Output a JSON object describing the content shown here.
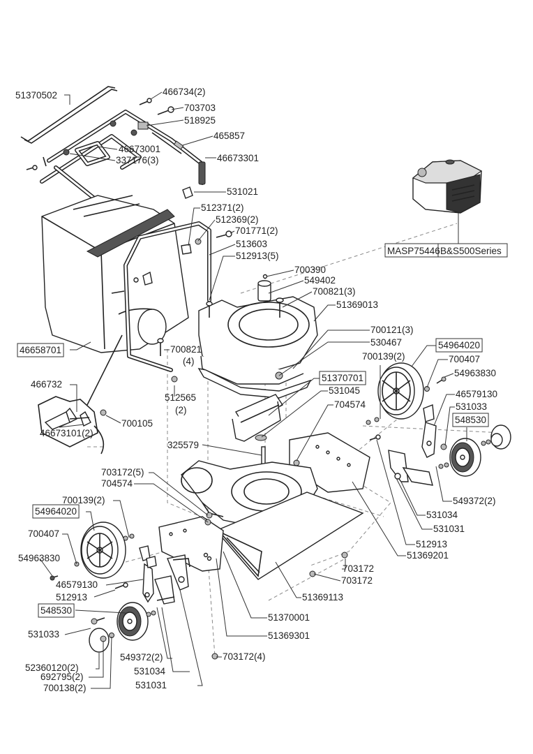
{
  "diagram": {
    "title": "Leaf blower / vacuum exploded parts diagram",
    "engine": {
      "part_number": "MASP75446",
      "description": "B&S500Series"
    },
    "labels": [
      {
        "id": "l1",
        "text": "51370502",
        "boxed": false
      },
      {
        "id": "l2",
        "text": "466734(2)",
        "boxed": false
      },
      {
        "id": "l3",
        "text": "703703",
        "boxed": false
      },
      {
        "id": "l4",
        "text": "518925",
        "boxed": false
      },
      {
        "id": "l5",
        "text": "465857",
        "boxed": false
      },
      {
        "id": "l6",
        "text": "46673001",
        "boxed": false
      },
      {
        "id": "l7",
        "text": "46673301",
        "boxed": false
      },
      {
        "id": "l8",
        "text": "337176(3)",
        "boxed": false
      },
      {
        "id": "l9",
        "text": "531021",
        "boxed": false
      },
      {
        "id": "l10",
        "text": "512371(2)",
        "boxed": false
      },
      {
        "id": "l11",
        "text": "512369(2)",
        "boxed": false
      },
      {
        "id": "l12",
        "text": "701771(2)",
        "boxed": false
      },
      {
        "id": "l13",
        "text": "513603",
        "boxed": false
      },
      {
        "id": "l14",
        "text": "512913(5)",
        "boxed": false
      },
      {
        "id": "l15",
        "text": "700390",
        "boxed": false
      },
      {
        "id": "l16",
        "text": "549402",
        "boxed": false
      },
      {
        "id": "l17",
        "text": "700821(3)",
        "boxed": false
      },
      {
        "id": "l18",
        "text": "51369013",
        "boxed": false
      },
      {
        "id": "l19",
        "text": "46658701",
        "boxed": true
      },
      {
        "id": "l20",
        "text": "700821",
        "boxed": false
      },
      {
        "id": "l21",
        "text": "(4)",
        "boxed": false
      },
      {
        "id": "l22",
        "text": "700121(3)",
        "boxed": false
      },
      {
        "id": "l23",
        "text": "530467",
        "boxed": false
      },
      {
        "id": "l24",
        "text": "54964020",
        "boxed": true
      },
      {
        "id": "l25",
        "text": "700139(2)",
        "boxed": false
      },
      {
        "id": "l26",
        "text": "700407",
        "boxed": false
      },
      {
        "id": "l27",
        "text": "54963830",
        "boxed": false
      },
      {
        "id": "l28",
        "text": "51370701",
        "boxed": true
      },
      {
        "id": "l29",
        "text": "531045",
        "boxed": false
      },
      {
        "id": "l30",
        "text": "704574",
        "boxed": false
      },
      {
        "id": "l31",
        "text": "46579130",
        "boxed": false
      },
      {
        "id": "l32",
        "text": "531033",
        "boxed": false
      },
      {
        "id": "l33",
        "text": "548530",
        "boxed": true
      },
      {
        "id": "l34",
        "text": "466732",
        "boxed": false
      },
      {
        "id": "l35",
        "text": "512565",
        "boxed": false
      },
      {
        "id": "l36",
        "text": "(2)",
        "boxed": false
      },
      {
        "id": "l37",
        "text": "700105",
        "boxed": false
      },
      {
        "id": "l38",
        "text": "46673101(2)",
        "boxed": false
      },
      {
        "id": "l39",
        "text": "325579",
        "boxed": false
      },
      {
        "id": "l40",
        "text": "703172(5)",
        "boxed": false
      },
      {
        "id": "l41",
        "text": "704574",
        "boxed": false
      },
      {
        "id": "l42",
        "text": "549372(2)",
        "boxed": false
      },
      {
        "id": "l43",
        "text": "700139(2)",
        "boxed": false
      },
      {
        "id": "l44",
        "text": "54964020",
        "boxed": true
      },
      {
        "id": "l45",
        "text": "531034",
        "boxed": false
      },
      {
        "id": "l46",
        "text": "700407",
        "boxed": false
      },
      {
        "id": "l47",
        "text": "531031",
        "boxed": false
      },
      {
        "id": "l48",
        "text": "512913",
        "boxed": false
      },
      {
        "id": "l49",
        "text": "54963830",
        "boxed": false
      },
      {
        "id": "l50",
        "text": "51369201",
        "boxed": false
      },
      {
        "id": "l51",
        "text": "703172",
        "boxed": false
      },
      {
        "id": "l52",
        "text": "46579130",
        "boxed": false
      },
      {
        "id": "l53",
        "text": "703172",
        "boxed": false
      },
      {
        "id": "l54",
        "text": "512913",
        "boxed": false
      },
      {
        "id": "l55",
        "text": "51369113",
        "boxed": false
      },
      {
        "id": "l56",
        "text": "548530",
        "boxed": true
      },
      {
        "id": "l57",
        "text": "51370001",
        "boxed": false
      },
      {
        "id": "l58",
        "text": "531033",
        "boxed": false
      },
      {
        "id": "l59",
        "text": "51369301",
        "boxed": false
      },
      {
        "id": "l60",
        "text": "549372(2)",
        "boxed": false
      },
      {
        "id": "l61",
        "text": "703172(4)",
        "boxed": false
      },
      {
        "id": "l62",
        "text": "52360120(2)",
        "boxed": false
      },
      {
        "id": "l63",
        "text": "531034",
        "boxed": false
      },
      {
        "id": "l64",
        "text": "692795(2)",
        "boxed": false
      },
      {
        "id": "l65",
        "text": "700138(2)",
        "boxed": false
      },
      {
        "id": "l66",
        "text": "531031",
        "boxed": false
      }
    ]
  }
}
